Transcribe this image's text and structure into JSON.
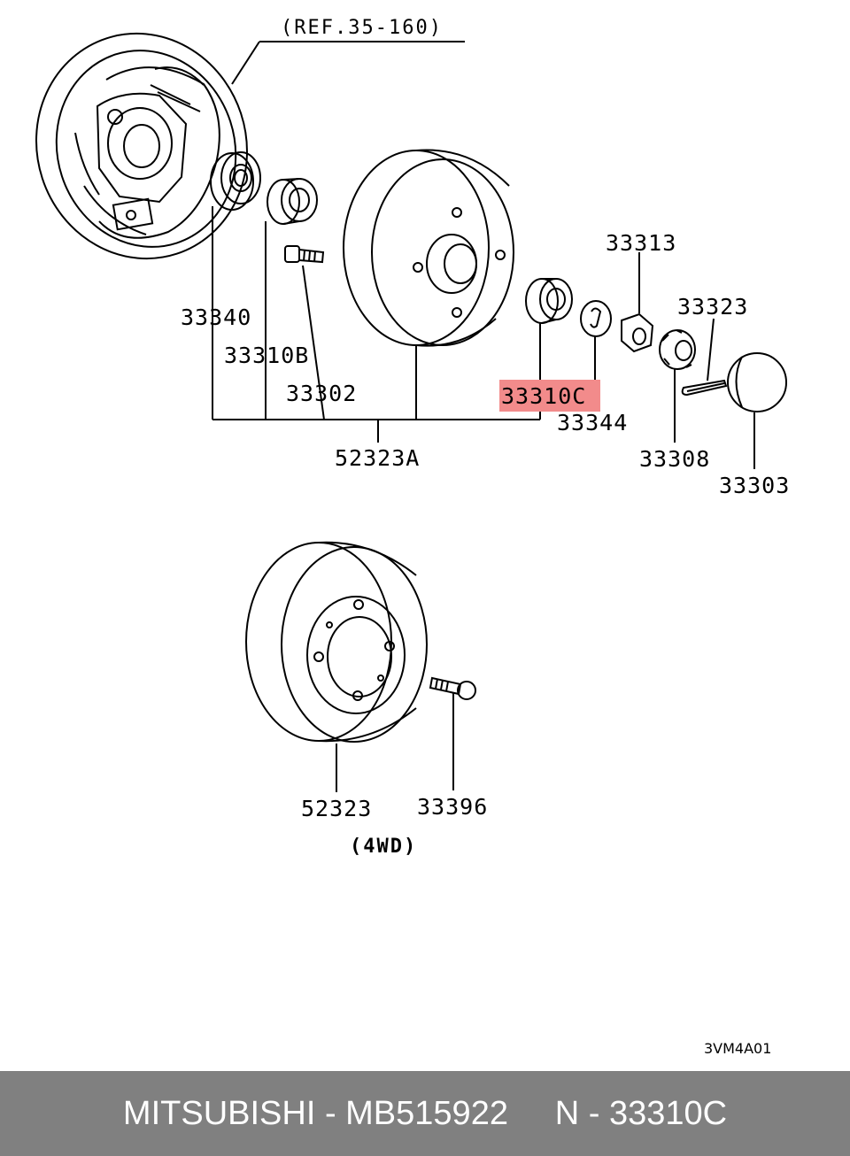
{
  "diagram": {
    "ref_label": "(REF.35-160)",
    "parts": {
      "p33340": "33340",
      "p33310B": "33310B",
      "p33302": "33302",
      "p52323A": "52323A",
      "p33310C": "33310C",
      "p33344": "33344",
      "p33313": "33313",
      "p33323": "33323",
      "p33308": "33308",
      "p33303": "33303",
      "p52323": "52323",
      "p33396": "33396"
    },
    "variant_label": "(4WD)",
    "diagram_code": "3VM4A01",
    "highlight_color": "#f28b8b"
  },
  "footer": {
    "text": "MITSUBISHI - MB515922     N - 33310C"
  }
}
